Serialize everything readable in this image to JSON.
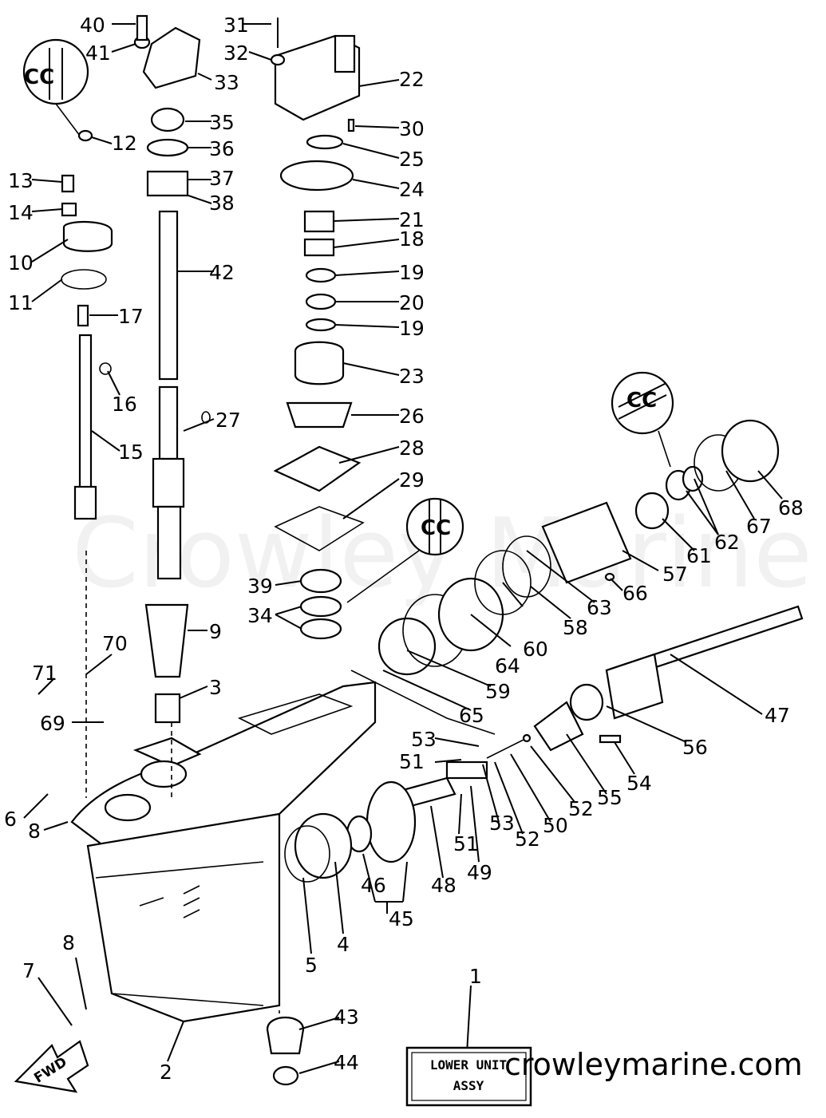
{
  "watermark": "Crowley Marine",
  "site_url": "crowleymarine.com",
  "assembly_box": {
    "line1": "LOWER UNIT",
    "line2": "ASSY"
  },
  "fwd_label": "FWD",
  "callout_mark": "CC",
  "callouts": [
    {
      "id": "40"
    },
    {
      "id": "41"
    },
    {
      "id": "33"
    },
    {
      "id": "35"
    },
    {
      "id": "36"
    },
    {
      "id": "37"
    },
    {
      "id": "38"
    },
    {
      "id": "31"
    },
    {
      "id": "32"
    },
    {
      "id": "22"
    },
    {
      "id": "30"
    },
    {
      "id": "25"
    },
    {
      "id": "24"
    },
    {
      "id": "21"
    },
    {
      "id": "18"
    },
    {
      "id": "19"
    },
    {
      "id": "20"
    },
    {
      "id": "19"
    },
    {
      "id": "23"
    },
    {
      "id": "26"
    },
    {
      "id": "28"
    },
    {
      "id": "29"
    },
    {
      "id": "12"
    },
    {
      "id": "13"
    },
    {
      "id": "14"
    },
    {
      "id": "10"
    },
    {
      "id": "11"
    },
    {
      "id": "17"
    },
    {
      "id": "16"
    },
    {
      "id": "15"
    },
    {
      "id": "42"
    },
    {
      "id": "27"
    },
    {
      "id": "39"
    },
    {
      "id": "34"
    },
    {
      "id": "9"
    },
    {
      "id": "3"
    },
    {
      "id": "71"
    },
    {
      "id": "70"
    },
    {
      "id": "69"
    },
    {
      "id": "6"
    },
    {
      "id": "8"
    },
    {
      "id": "8"
    },
    {
      "id": "7"
    },
    {
      "id": "2"
    },
    {
      "id": "43"
    },
    {
      "id": "44"
    },
    {
      "id": "5"
    },
    {
      "id": "4"
    },
    {
      "id": "46"
    },
    {
      "id": "45"
    },
    {
      "id": "48"
    },
    {
      "id": "49"
    },
    {
      "id": "51"
    },
    {
      "id": "53"
    },
    {
      "id": "51"
    },
    {
      "id": "53"
    },
    {
      "id": "52"
    },
    {
      "id": "50"
    },
    {
      "id": "52"
    },
    {
      "id": "55"
    },
    {
      "id": "54"
    },
    {
      "id": "56"
    },
    {
      "id": "47"
    },
    {
      "id": "65"
    },
    {
      "id": "59"
    },
    {
      "id": "64"
    },
    {
      "id": "60"
    },
    {
      "id": "58"
    },
    {
      "id": "63"
    },
    {
      "id": "57"
    },
    {
      "id": "66"
    },
    {
      "id": "61"
    },
    {
      "id": "62"
    },
    {
      "id": "67"
    },
    {
      "id": "68"
    },
    {
      "id": "1"
    }
  ]
}
